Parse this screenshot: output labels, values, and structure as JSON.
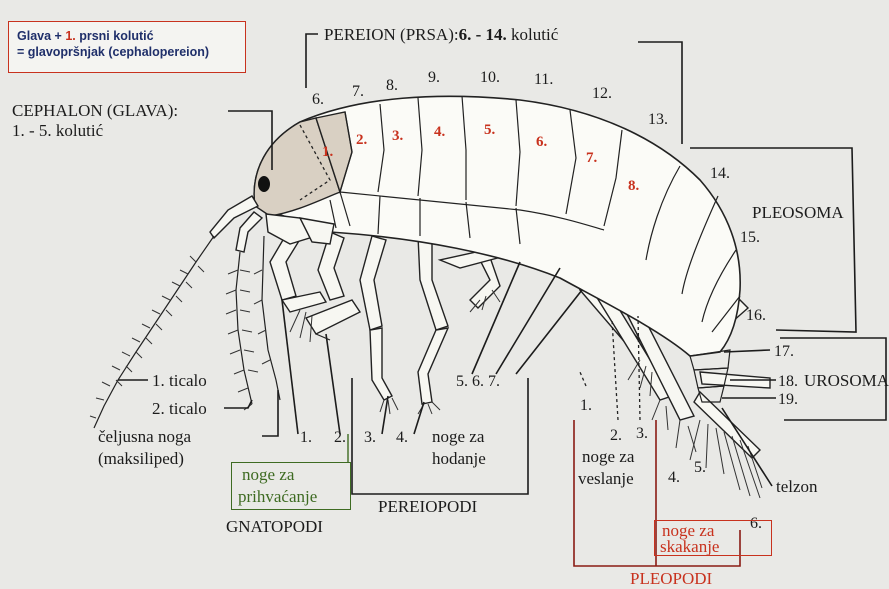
{
  "note": {
    "line1_prefix": "Glava + ",
    "line1_red": "1.",
    "line1_suffix": " prsni kolutić",
    "line2": "= glavopršnjak (cephalopereion)"
  },
  "pereion_label": {
    "prefix": "PEREION (PRSA):",
    "bold": "6. - 14.",
    "suffix": " kolutić"
  },
  "cephalon_label": {
    "line1": "CEPHALON (GLAVA):",
    "line2": "1. - 5. kolutić"
  },
  "segment_numbers": [
    "6.",
    "7.",
    "8.",
    "9.",
    "10.",
    "11.",
    "12.",
    "13.",
    "14.",
    "15.",
    "16.",
    "17.",
    "18.",
    "19."
  ],
  "pereion_segment_labels": [
    "1.",
    "2.",
    "3.",
    "4.",
    "5.",
    "6.",
    "7.",
    "8."
  ],
  "pleosoma": "PLEOSOMA",
  "urosoma": "UROSOMA",
  "antennae": [
    "1. ticalo",
    "2. ticalo"
  ],
  "maxilliped": {
    "line1": "čeljusna noga",
    "line2": "(maksiliped)"
  },
  "leg_numbers": [
    "1.",
    "2.",
    "3.",
    "4.",
    "5. 6. 7."
  ],
  "pleopod_numbers": [
    "1.",
    "2.",
    "3.",
    "4.",
    "5.",
    "6."
  ],
  "walking_legs": {
    "line1": "noge za",
    "line2": "hodanje"
  },
  "grasping_legs": {
    "line1": "noge za",
    "line2": "prihvaćanje"
  },
  "rowing_legs": {
    "line1": "noge za",
    "line2": "veslanje"
  },
  "jumping_legs": {
    "line1": "noge za",
    "line2": "skakanje"
  },
  "gnatopodi": "GNATOPODI",
  "pereiopodi": "PEREIOPODI",
  "pleopodi": "PLEOPODI",
  "telzon": "telzon",
  "colors": {
    "red": "#c8321e",
    "green": "#3e6b22",
    "navy": "#1f2f6a",
    "shade": "#d9d0c3"
  }
}
